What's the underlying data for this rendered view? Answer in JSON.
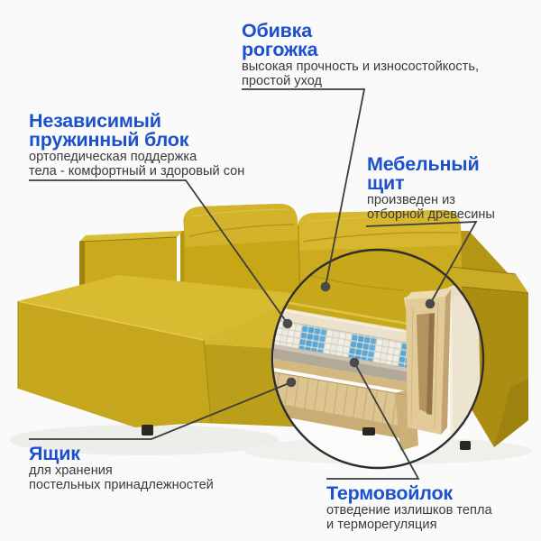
{
  "page": {
    "type": "product-infographic",
    "subject": "corner sofa cutaway diagram"
  },
  "colors": {
    "background": "#fafafa",
    "accent_blue": "#1b51cc",
    "text_dark": "#3a3a3a",
    "pointer_line": "#3d3d3d",
    "pointer_dot": "#4a4a4a",
    "lens_outline": "#2e2e2e",
    "sofa_yellow": "#c9a91c",
    "sofa_yellow_light": "#d8bb31",
    "sofa_yellow_dark": "#ab8e11",
    "springs_blue": "#55aadb",
    "springs_white": "#f2efe7",
    "foam_cream": "#ece2cb",
    "felt_gray": "#b3a998",
    "wood_light": "#ddc591",
    "wood_dark": "#b2945c"
  },
  "callouts": [
    {
      "id": "fabric",
      "title_lines": [
        "Обивка",
        "рогожка"
      ],
      "description_lines": [
        "высокая прочность и износостойкость,",
        "простой уход"
      ]
    },
    {
      "id": "springs",
      "title_lines": [
        "Независимый",
        "пружинный блок"
      ],
      "description_lines": [
        "ортопедическая поддержка",
        "тела - комфортный и здоровый сон"
      ]
    },
    {
      "id": "panel",
      "title_lines": [
        "Мебельный",
        "щит"
      ],
      "description_lines": [
        "произведен из",
        "отборной древесины"
      ]
    },
    {
      "id": "drawer",
      "title_lines": [
        "Ящик"
      ],
      "description_lines": [
        "для хранения",
        "постельных принадлежностей"
      ]
    },
    {
      "id": "felt",
      "title_lines": [
        "Термовойлок"
      ],
      "description_lines": [
        "отведение излишков тепла",
        "и терморегуляция"
      ]
    }
  ]
}
